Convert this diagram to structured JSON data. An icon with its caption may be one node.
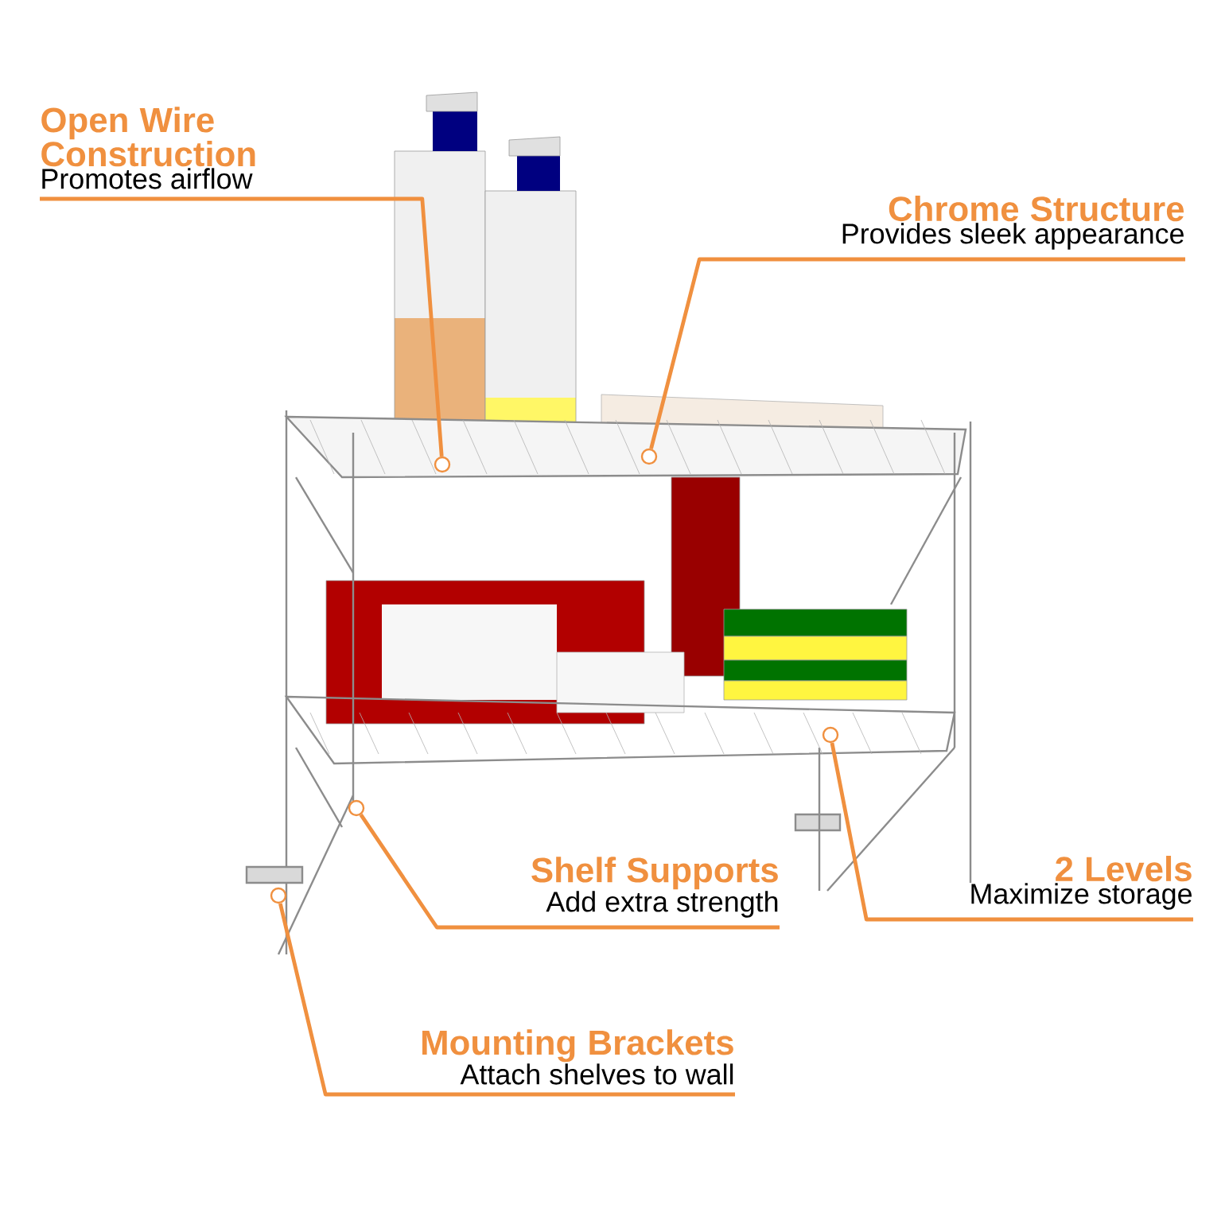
{
  "diagram": {
    "nodes": [
      {
        "text": [
          "Open Wire Construction",
          "Promotes airflow"
        ]
      },
      {
        "text": [
          "Chrome Structure",
          "Provides sleek appearance"
        ]
      },
      {
        "text": [
          "Shelf Supports",
          "Add extra strength"
        ]
      },
      {
        "text": [
          "2 Levels",
          "Maximize storage"
        ]
      },
      {
        "text": [
          "Mounting Brackets",
          "Attach shelves to wall"
        ]
      },
      {
        "text": [],
        "shape": "circle"
      },
      {
        "text": [],
        "shape": "circle"
      },
      {
        "text": [],
        "shape": "circle"
      },
      {
        "text": [],
        "shape": "circle"
      },
      {
        "text": [],
        "shape": "circle"
      }
    ],
    "edges": [
      {
        "from": 0,
        "to": 5,
        "arrow": "none"
      },
      {
        "from": 1,
        "to": 6,
        "arrow": "none"
      },
      {
        "from": 2,
        "to": 7,
        "arrow": "none"
      },
      {
        "from": 3,
        "to": 8,
        "arrow": "none"
      },
      {
        "from": 4,
        "to": 9,
        "arrow": "none"
      }
    ]
  }
}
